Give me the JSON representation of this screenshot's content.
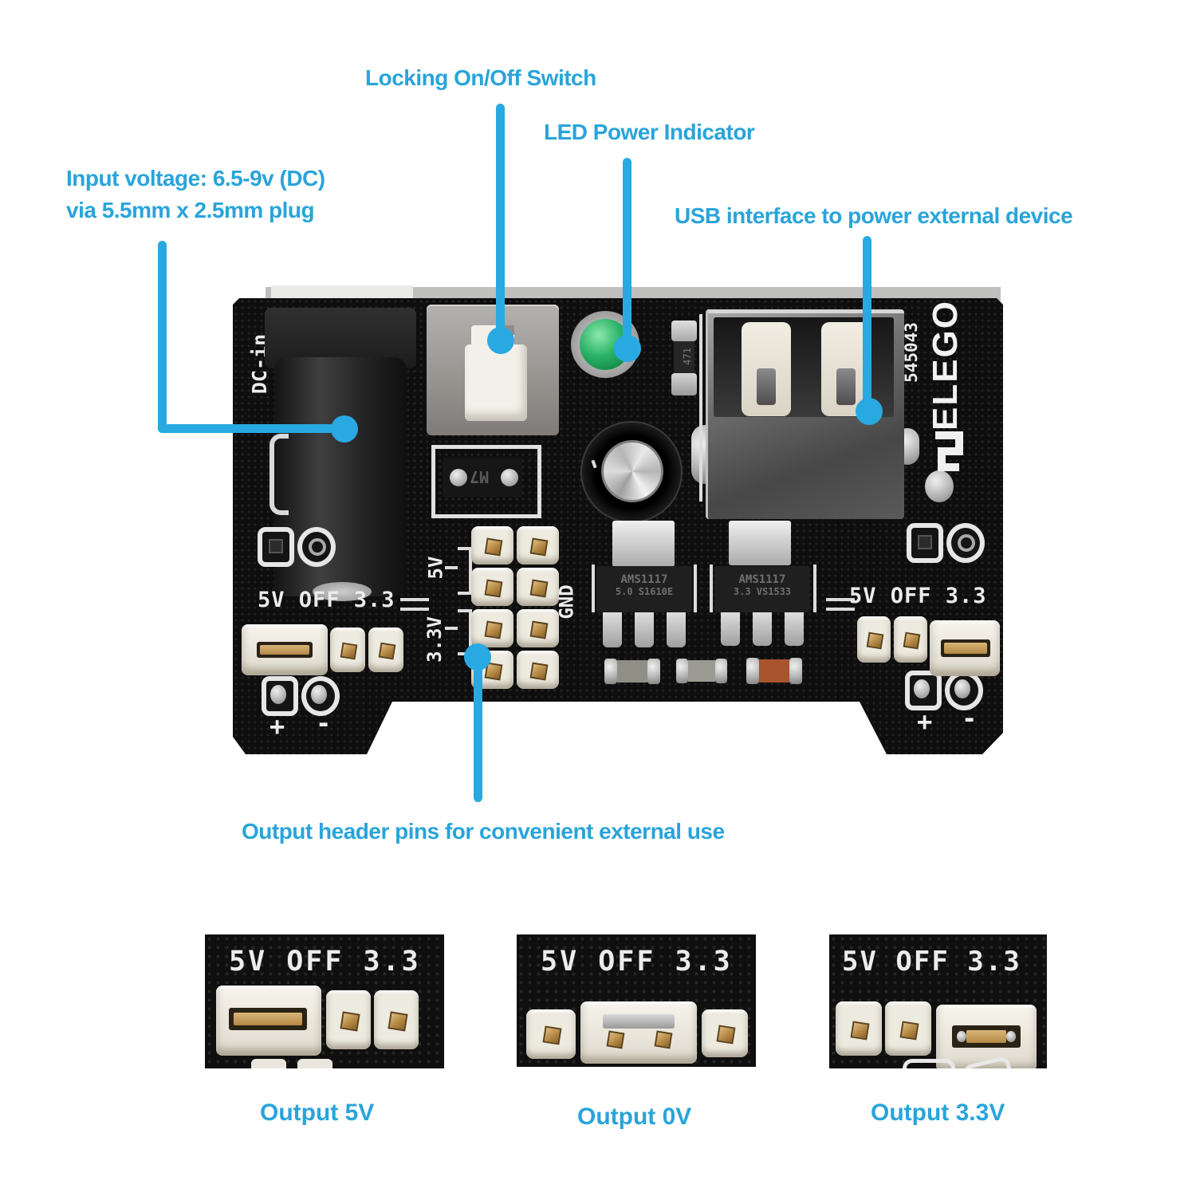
{
  "colors": {
    "accent": "#29a9e1",
    "pcb_black": "#0e0e0e",
    "led_green": "#1fa45c"
  },
  "annotations": {
    "switch": "Locking On/Off Switch",
    "led": "LED Power Indicator",
    "input_line1": "Input voltage: 6.5-9v (DC)",
    "input_line2": "via 5.5mm x 2.5mm plug",
    "usb": "USB interface to power external device",
    "output": "Output header pins for convenient external use"
  },
  "board": {
    "dc_in": "DC-in",
    "jumper_label_left": "5V OFF 3.3",
    "jumper_label_right": "5V OFF 3.3",
    "pin_5v": "5V",
    "pin_3v3": "3.3V",
    "pin_gnd": "GND",
    "serial": "545043",
    "brand": "ELEGO",
    "diode_marking": "M7",
    "resistor_marking": "471",
    "regulator_left_line1": "AMS1117",
    "regulator_left_line2": "5.0 S1610E",
    "regulator_right_line1": "AMS1117",
    "regulator_right_line2": "3.3 VS1533",
    "plus": "+",
    "minus": "-"
  },
  "closeups": [
    {
      "label": "5V OFF 3.3",
      "caption": "Output 5V"
    },
    {
      "label": "5V OFF 3.3",
      "caption": "Output 0V"
    },
    {
      "label": "5V OFF 3.3",
      "caption": "Output 3.3V"
    }
  ]
}
